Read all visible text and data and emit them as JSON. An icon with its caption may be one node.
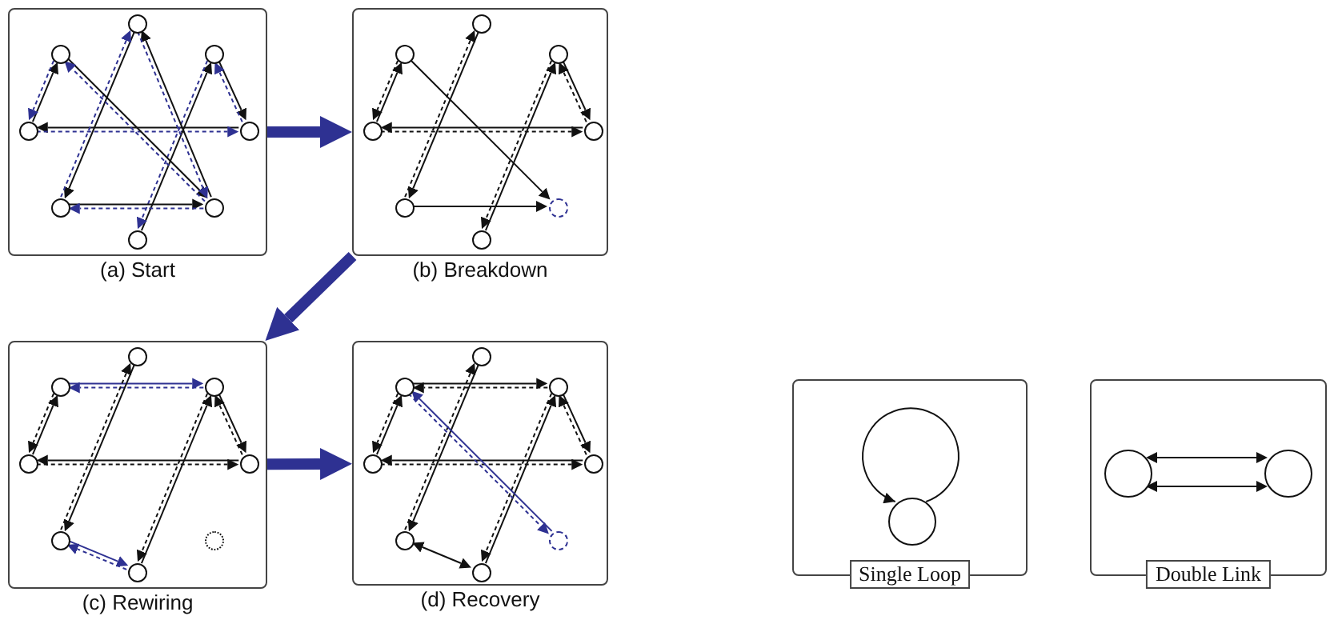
{
  "diagram": {
    "nodes": [
      {
        "text": [
          "(a) Start"
        ]
      },
      {
        "text": [],
        "shape": "circle",
        "in": 0
      },
      {
        "text": [],
        "shape": "circle",
        "in": 0
      },
      {
        "text": [],
        "shape": "circle",
        "in": 0
      },
      {
        "text": [],
        "shape": "circle",
        "in": 0
      },
      {
        "text": [],
        "shape": "circle",
        "in": 0
      },
      {
        "text": [],
        "shape": "circle",
        "in": 0
      },
      {
        "text": [],
        "shape": "circle",
        "in": 0
      },
      {
        "text": [],
        "shape": "circle",
        "in": 0
      },
      {
        "text": [
          "(b) Breakdown"
        ]
      },
      {
        "text": [],
        "shape": "circle",
        "in": 9
      },
      {
        "text": [],
        "shape": "circle",
        "in": 9
      },
      {
        "text": [],
        "shape": "circle",
        "in": 9
      },
      {
        "text": [],
        "shape": "circle",
        "in": 9
      },
      {
        "text": [],
        "shape": "circle",
        "in": 9
      },
      {
        "text": [],
        "shape": "circle",
        "in": 9
      },
      {
        "text": [],
        "shape": "circle",
        "in": 9
      },
      {
        "text": [],
        "shape": "circle",
        "in": 9
      },
      {
        "text": [
          "(c) Rewiring"
        ]
      },
      {
        "text": [],
        "shape": "circle",
        "in": 18
      },
      {
        "text": [],
        "shape": "circle",
        "in": 18
      },
      {
        "text": [],
        "shape": "circle",
        "in": 18
      },
      {
        "text": [],
        "shape": "circle",
        "in": 18
      },
      {
        "text": [],
        "shape": "circle",
        "in": 18
      },
      {
        "text": [],
        "shape": "circle",
        "in": 18
      },
      {
        "text": [],
        "shape": "circle",
        "in": 18
      },
      {
        "text": [],
        "shape": "circle",
        "in": 18
      },
      {
        "text": [
          "(d) Recovery"
        ]
      },
      {
        "text": [],
        "shape": "circle",
        "in": 27
      },
      {
        "text": [],
        "shape": "circle",
        "in": 27
      },
      {
        "text": [],
        "shape": "circle",
        "in": 27
      },
      {
        "text": [],
        "shape": "circle",
        "in": 27
      },
      {
        "text": [],
        "shape": "circle",
        "in": 27
      },
      {
        "text": [],
        "shape": "circle",
        "in": 27
      },
      {
        "text": [],
        "shape": "circle",
        "in": 27
      },
      {
        "text": [],
        "shape": "circle",
        "in": 27
      },
      {
        "text": [
          "Single Loop"
        ]
      },
      {
        "text": [],
        "shape": "circle",
        "in": 36
      },
      {
        "text": [
          "Double Link"
        ]
      },
      {
        "text": [],
        "shape": "circle",
        "in": 38
      },
      {
        "text": [],
        "shape": "circle",
        "in": 38
      }
    ],
    "edges": [
      {
        "from": 4,
        "to": 2,
        "arrow": "to"
      },
      {
        "from": 2,
        "to": 4,
        "arrow": "to",
        "style": "dashed",
        "color": "#2e3192"
      },
      {
        "from": 5,
        "to": 4,
        "arrow": "to"
      },
      {
        "from": 4,
        "to": 5,
        "arrow": "to",
        "style": "dashed",
        "color": "#2e3192"
      },
      {
        "from": 3,
        "to": 5,
        "arrow": "to"
      },
      {
        "from": 5,
        "to": 3,
        "arrow": "to",
        "style": "dashed",
        "color": "#2e3192"
      },
      {
        "from": 1,
        "to": 6,
        "arrow": "to"
      },
      {
        "from": 6,
        "to": 1,
        "arrow": "to",
        "style": "dashed",
        "color": "#2e3192"
      },
      {
        "from": 8,
        "to": 3,
        "arrow": "to"
      },
      {
        "from": 3,
        "to": 8,
        "arrow": "to",
        "style": "dashed",
        "color": "#2e3192"
      },
      {
        "from": 2,
        "to": 7,
        "arrow": "to"
      },
      {
        "from": 7,
        "to": 2,
        "arrow": "to",
        "style": "dashed",
        "color": "#2e3192"
      },
      {
        "from": 6,
        "to": 7,
        "arrow": "to"
      },
      {
        "from": 7,
        "to": 6,
        "arrow": "to",
        "style": "dashed",
        "color": "#2e3192"
      },
      {
        "from": 7,
        "to": 1,
        "arrow": "to"
      },
      {
        "from": 1,
        "to": 7,
        "arrow": "to",
        "style": "dashed",
        "color": "#2e3192"
      },
      {
        "from": 13,
        "to": 11,
        "arrow": "to"
      },
      {
        "from": 11,
        "to": 13,
        "arrow": "to",
        "style": "dashed"
      },
      {
        "from": 14,
        "to": 13,
        "arrow": "to"
      },
      {
        "from": 13,
        "to": 14,
        "arrow": "to",
        "style": "dashed"
      },
      {
        "from": 12,
        "to": 14,
        "arrow": "to"
      },
      {
        "from": 14,
        "to": 12,
        "arrow": "to",
        "style": "dashed"
      },
      {
        "from": 10,
        "to": 15,
        "arrow": "to"
      },
      {
        "from": 15,
        "to": 10,
        "arrow": "to",
        "style": "dashed"
      },
      {
        "from": 17,
        "to": 12,
        "arrow": "to"
      },
      {
        "from": 12,
        "to": 17,
        "arrow": "to",
        "style": "dashed"
      },
      {
        "from": 11,
        "to": 16,
        "arrow": "to"
      },
      {
        "from": 15,
        "to": 16,
        "arrow": "to"
      },
      {
        "from": 20,
        "to": 21,
        "arrow": "to",
        "color": "#2e3192"
      },
      {
        "from": 21,
        "to": 20,
        "arrow": "to",
        "style": "dashed",
        "color": "#2e3192"
      },
      {
        "from": 22,
        "to": 20,
        "arrow": "to"
      },
      {
        "from": 20,
        "to": 22,
        "arrow": "to",
        "style": "dashed"
      },
      {
        "from": 23,
        "to": 22,
        "arrow": "to"
      },
      {
        "from": 22,
        "to": 23,
        "arrow": "to",
        "style": "dashed"
      },
      {
        "from": 21,
        "to": 23,
        "arrow": "to"
      },
      {
        "from": 23,
        "to": 21,
        "arrow": "to",
        "style": "dashed"
      },
      {
        "from": 19,
        "to": 24,
        "arrow": "to"
      },
      {
        "from": 24,
        "to": 19,
        "arrow": "to",
        "style": "dashed"
      },
      {
        "from": 26,
        "to": 21,
        "arrow": "to"
      },
      {
        "from": 21,
        "to": 26,
        "arrow": "to",
        "style": "dashed"
      },
      {
        "from": 24,
        "to": 26,
        "arrow": "to",
        "color": "#2e3192"
      },
      {
        "from": 26,
        "to": 24,
        "arrow": "to",
        "style": "dashed",
        "color": "#2e3192"
      },
      {
        "from": 29,
        "to": 30,
        "arrow": "to"
      },
      {
        "from": 30,
        "to": 29,
        "arrow": "to",
        "style": "dashed"
      },
      {
        "from": 31,
        "to": 29,
        "arrow": "to"
      },
      {
        "from": 29,
        "to": 31,
        "arrow": "to",
        "style": "dashed"
      },
      {
        "from": 32,
        "to": 31,
        "arrow": "to"
      },
      {
        "from": 31,
        "to": 32,
        "arrow": "to",
        "style": "dashed"
      },
      {
        "from": 30,
        "to": 32,
        "arrow": "to"
      },
      {
        "from": 32,
        "to": 30,
        "arrow": "to",
        "style": "dashed"
      },
      {
        "from": 28,
        "to": 33,
        "arrow": "to"
      },
      {
        "from": 33,
        "to": 28,
        "arrow": "to",
        "style": "dashed"
      },
      {
        "from": 35,
        "to": 30,
        "arrow": "to"
      },
      {
        "from": 30,
        "to": 35,
        "arrow": "to",
        "style": "dashed"
      },
      {
        "from": 33,
        "to": 35,
        "arrow": "both"
      },
      {
        "from": 34,
        "to": 29,
        "arrow": "to",
        "color": "#2e3192"
      },
      {
        "from": 29,
        "to": 34,
        "arrow": "to",
        "style": "dashed",
        "color": "#2e3192"
      },
      {
        "from": 0,
        "to": 9,
        "arrow": "to",
        "style": "thick",
        "color": "#2e3192"
      },
      {
        "from": 9,
        "to": 18,
        "arrow": "to",
        "style": "thick",
        "color": "#2e3192"
      },
      {
        "from": 18,
        "to": 27,
        "arrow": "to",
        "style": "thick",
        "color": "#2e3192"
      },
      {
        "from": 37,
        "to": 37,
        "arrow": "to"
      },
      {
        "from": 39,
        "to": 40,
        "arrow": "both"
      },
      {
        "from": 39,
        "to": 40,
        "arrow": "both"
      }
    ]
  }
}
